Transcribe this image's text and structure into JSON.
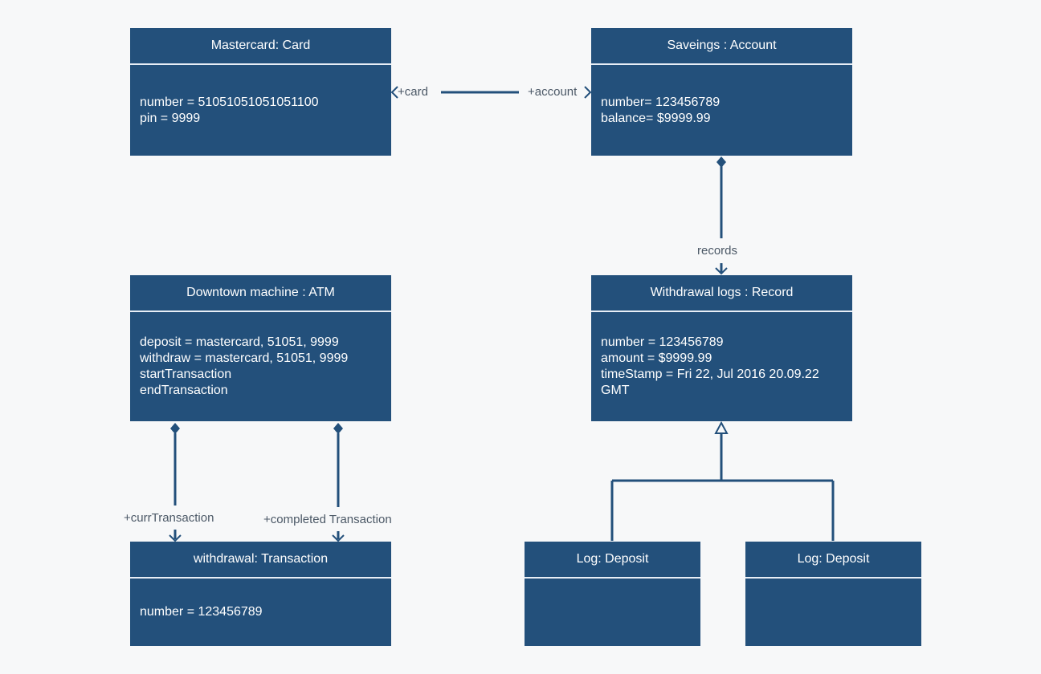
{
  "objects": {
    "card": {
      "title": "Mastercard: Card",
      "attributes": [
        "number = 51051051051051100",
        "pin = 9999"
      ]
    },
    "account": {
      "title": "Saveings : Account",
      "attributes": [
        "number= 123456789",
        "balance= $9999.99"
      ]
    },
    "atm": {
      "title": "Downtown machine : ATM",
      "attributes": [
        "deposit = mastercard, 51051, 9999",
        "withdraw = mastercard, 51051, 9999",
        "startTransaction",
        "endTransaction"
      ]
    },
    "record": {
      "title": "Withdrawal logs : Record",
      "attributes": [
        "number = 123456789",
        "amount = $9999.99",
        "timeStamp = Fri 22, Jul 2016 20.09.22",
        "GMT"
      ]
    },
    "transaction": {
      "title": "withdrawal: Transaction",
      "attributes": [
        "number = 123456789"
      ]
    },
    "deposit_left": {
      "title": "Log: Deposit",
      "attributes": []
    },
    "deposit_right": {
      "title": "Log: Deposit",
      "attributes": []
    }
  },
  "relations": {
    "card_role": "+card",
    "account_role": "+account",
    "records": "records",
    "curr_transaction": "+currTransaction",
    "completed_transaction": "+completed Transaction"
  },
  "colors": {
    "box_fill": "#23507b",
    "connector": "#23507b",
    "label_text": "#4b5866",
    "background": "#f7f8f9"
  }
}
